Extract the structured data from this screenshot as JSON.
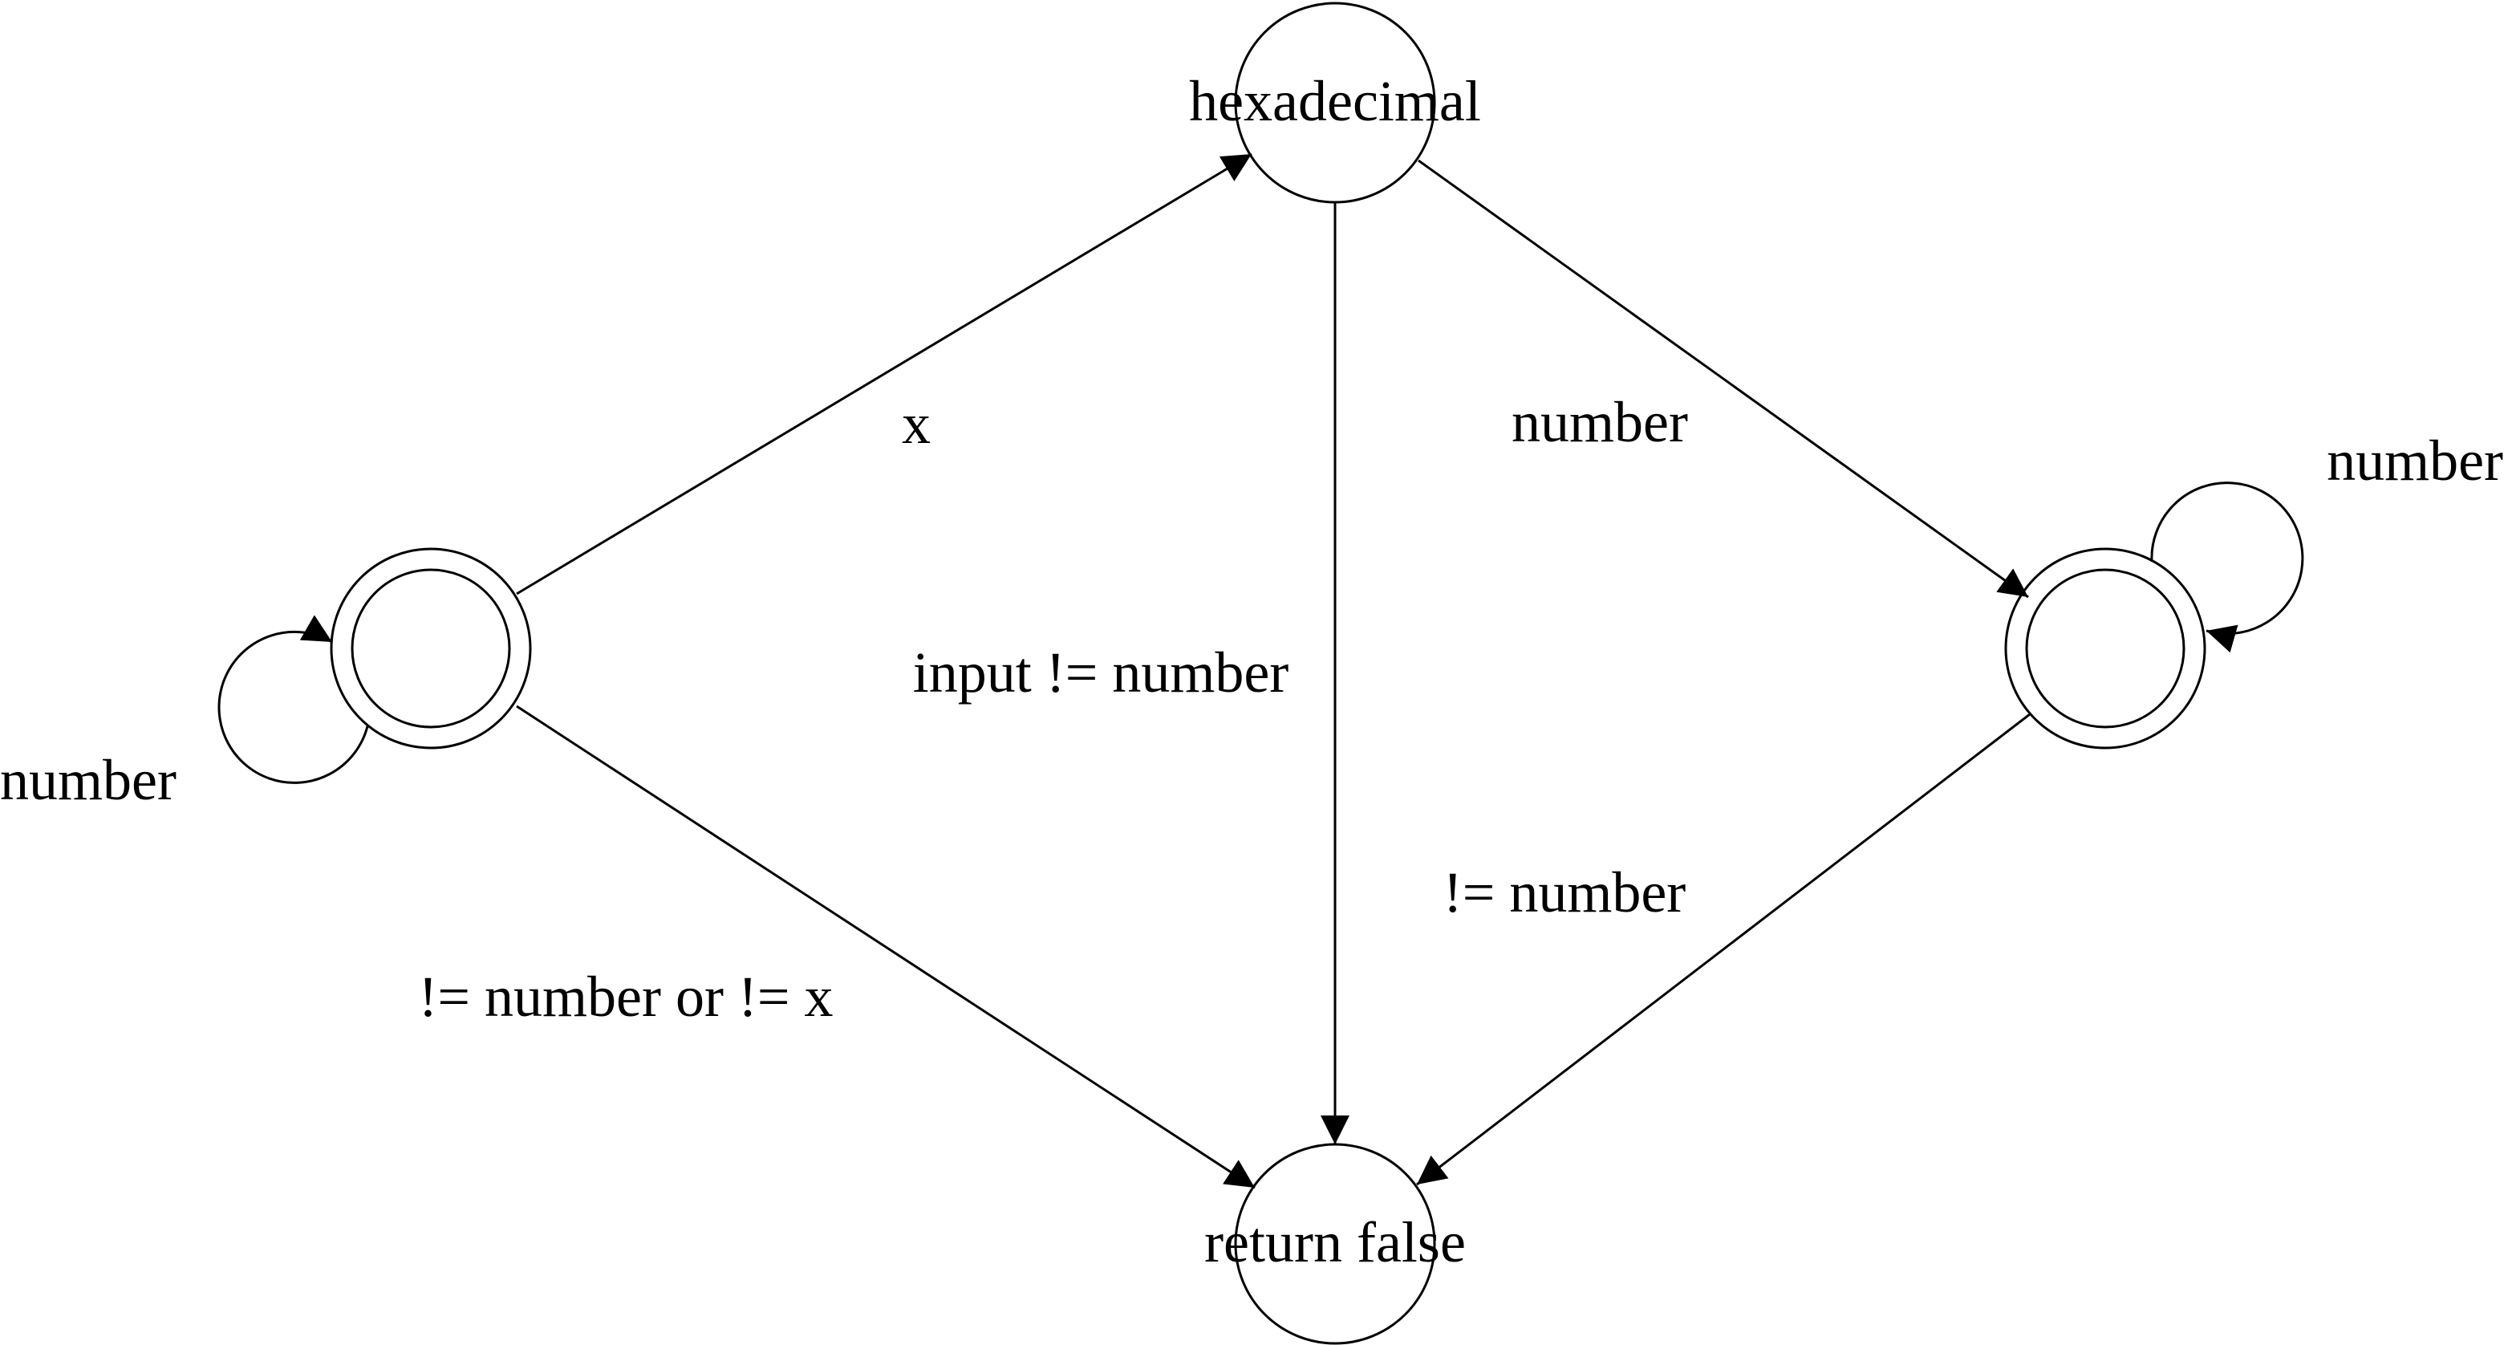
{
  "diagram": {
    "nodes": {
      "hex": "hexadecimal",
      "false": "return false"
    },
    "edges": {
      "start_to_hex": "x",
      "start_loop": "number",
      "hex_to_accept": "number",
      "accept_loop": "number",
      "hex_to_false": "input != number",
      "accept_to_false": "!= number",
      "start_to_false": "!= number or != x"
    }
  }
}
